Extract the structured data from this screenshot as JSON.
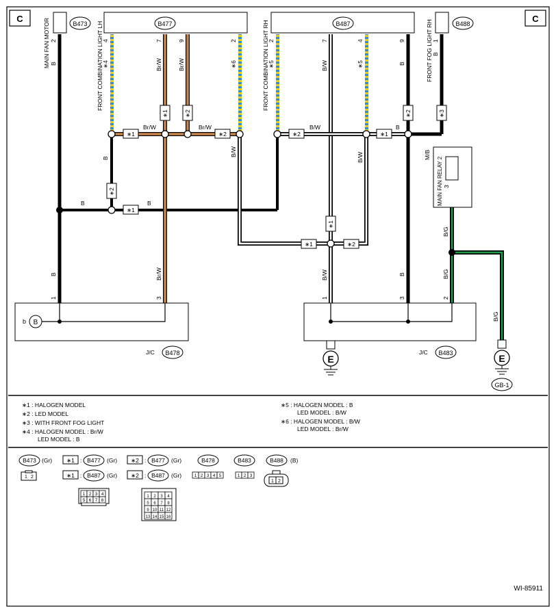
{
  "page": {
    "corner_left": "C",
    "corner_right": "C",
    "figure_id": "WI-85911"
  },
  "connectors": {
    "b473": "B473",
    "b477": "B477",
    "b487": "B487",
    "b488": "B488",
    "b478": "B478",
    "b483": "B483",
    "gb1": "GB-1"
  },
  "components": {
    "main_fan_motor": "MAIN FAN MOTOR",
    "fcl_lh": "FRONT COMBINATION LIGHT LH",
    "fcl_rh": "FRONT COMBINATION LIGHT RH",
    "fog_rh": "FRONT FOG LIGHT RH",
    "mb": "M/B",
    "main_fan_relay": "MAIN FAN RELAY 2",
    "jc": "J/C",
    "ground_symbol": "E",
    "b_symbol": "B",
    "b_pin": "b"
  },
  "wires": {
    "B": "B",
    "BrW": "Br/W",
    "BW": "B/W",
    "BG": "B/G"
  },
  "pins": {
    "p1": "1",
    "p2": "2",
    "p3": "3",
    "p4": "4",
    "p7": "7",
    "p9": "9"
  },
  "marks": {
    "m1": "∗1",
    "m2": "∗2",
    "m3": "∗3",
    "m4": "∗4",
    "m5": "∗5",
    "m6": "∗6"
  },
  "notes": {
    "n1": "∗1  : HALOGEN MODEL",
    "n2": "∗2  : LED MODEL",
    "n3": "∗3  : WITH FRONT FOG LIGHT",
    "n4a": "∗4  : HALOGEN MODEL  : Br/W",
    "n4b": "LED MODEL  : B",
    "n5a": "∗5  : HALOGEN MODEL  : B",
    "n5b": "LED MODEL  : B/W",
    "n6a": "∗6  : HALOGEN MODEL  : B/W",
    "n6b": "LED MODEL  : Br/W"
  },
  "connector_key": {
    "gr": "(Gr)",
    "b": "(B)",
    "colon": ":",
    "pins_2": [
      "1",
      "2"
    ],
    "pins_3": [
      "1",
      "2",
      "3"
    ],
    "pins_5": [
      "1",
      "2",
      "3",
      "4",
      "5"
    ],
    "pins_8": [
      "1",
      "2",
      "3",
      "4",
      "5",
      "6",
      "7",
      "8"
    ],
    "pins_16": [
      "1",
      "2",
      "3",
      "4",
      "5",
      "6",
      "7",
      "8",
      "9",
      "10",
      "11",
      "12",
      "13",
      "14",
      "15",
      "16"
    ]
  }
}
